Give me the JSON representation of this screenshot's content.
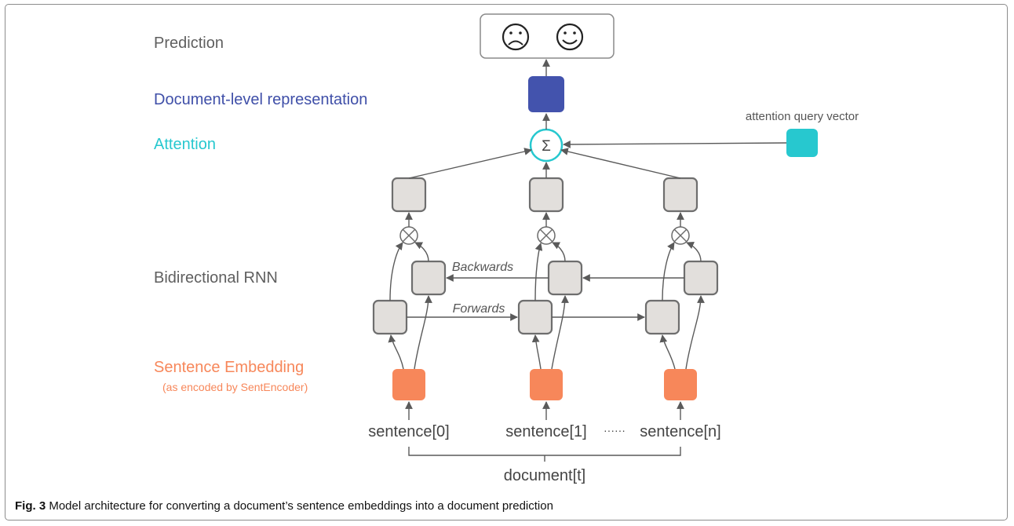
{
  "labels": {
    "prediction": "Prediction",
    "document_level": "Document-level representation",
    "attention": "Attention",
    "attention_query": "attention query vector",
    "bidirectional_rnn": "Bidirectional RNN",
    "backwards": "Backwards",
    "forwards": "Forwards",
    "sentence_embedding": "Sentence Embedding",
    "sentence_embedding_note": "(as encoded by SentEncoder)",
    "sigma": "Σ",
    "ellipsis": "······",
    "document": "document[t]"
  },
  "sentences": [
    "sentence[0]",
    "sentence[1]",
    "sentence[n]"
  ],
  "caption": {
    "figure_label": "Fig. 3",
    "text": "Model architecture for converting a document’s sentence embeddings into a document prediction"
  },
  "colors": {
    "attention": "#27c8cf",
    "document_level": "#4353ad",
    "sentence_embedding": "#f7875a",
    "rnn_cell": "#e2dfdc"
  },
  "icons": [
    "sad-face-icon",
    "happy-face-icon",
    "sum-icon",
    "multiply-icon"
  ]
}
